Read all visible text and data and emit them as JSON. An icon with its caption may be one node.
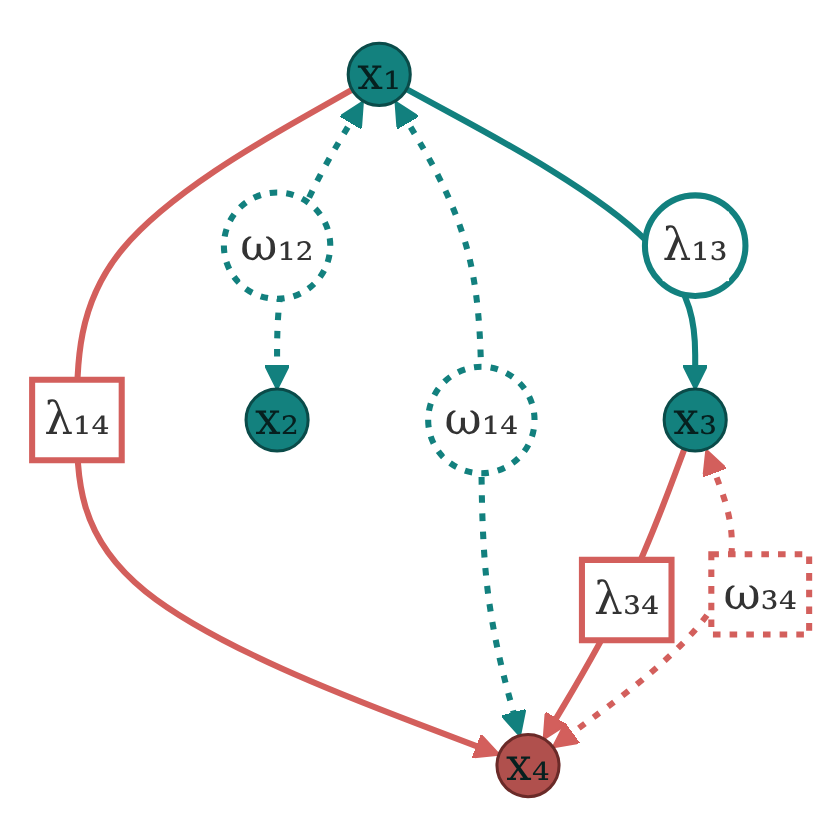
{
  "diagram": {
    "nodes": [
      {
        "text": [
          "x₁"
        ]
      },
      {
        "text": [
          "x₂"
        ]
      },
      {
        "text": [
          "x₃"
        ]
      },
      {
        "text": [
          "x₄"
        ]
      }
    ],
    "edges": [
      {
        "from": 0,
        "to": 1,
        "arrow": "both",
        "label": "ω₁₂",
        "style": "dashed",
        "color": "#12807e"
      },
      {
        "from": 0,
        "to": 2,
        "arrow": "to",
        "label": "λ₁₃",
        "color": "#12807e"
      },
      {
        "from": 0,
        "to": 3,
        "arrow": "to",
        "label": "λ₁₄",
        "color": "#d35f5c"
      },
      {
        "from": 0,
        "to": 3,
        "arrow": "both",
        "label": "ω₁₄",
        "style": "dashed",
        "color": "#12807e"
      },
      {
        "from": 2,
        "to": 3,
        "arrow": "to",
        "label": "λ₃₄",
        "color": "#d35f5c"
      },
      {
        "from": 2,
        "to": 3,
        "arrow": "both",
        "label": "ω₃₄",
        "style": "dashed",
        "color": "#d35f5c"
      }
    ]
  }
}
